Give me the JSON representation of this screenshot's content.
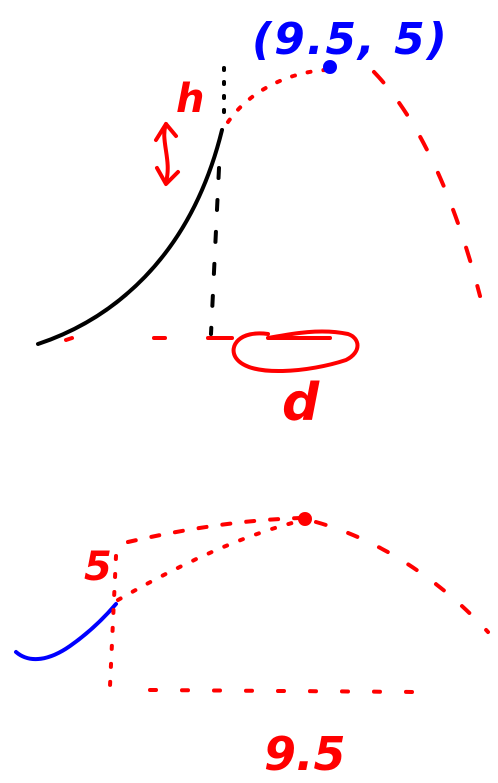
{
  "colors": {
    "black": "#000000",
    "red": "#ff0000",
    "blue": "#0000ff",
    "background": "#ffffff"
  },
  "top_sketch": {
    "peak_label": "(9.5, 5)",
    "height_label": "h",
    "distance_label": "d"
  },
  "bottom_sketch": {
    "height_label": "5",
    "distance_label": "9.5"
  }
}
